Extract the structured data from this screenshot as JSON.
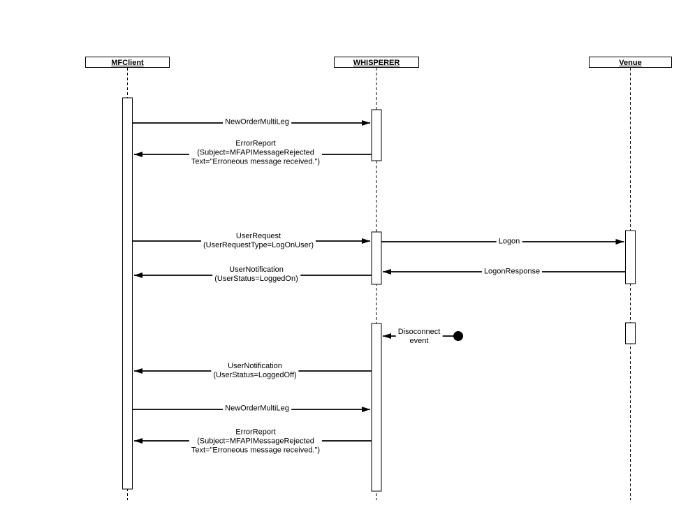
{
  "diagram": {
    "type": "sequence-diagram",
    "colors": {
      "line": "#000000",
      "background": "#ffffff"
    },
    "actors": [
      {
        "name": "MFClient"
      },
      {
        "name": "WHISPERER"
      },
      {
        "name": "Venue"
      }
    ],
    "messages": [
      {
        "from": "MFClient",
        "to": "WHISPERER",
        "label": "NewOrderMultiLeg"
      },
      {
        "from": "WHISPERER",
        "to": "MFClient",
        "label": "ErrorReport\n(Subject=MFAPIMessageRejected\nText=\"Erroneous message received.\")"
      },
      {
        "from": "MFClient",
        "to": "WHISPERER",
        "label": "UserRequest\n(UserRequestType=LogOnUser)"
      },
      {
        "from": "WHISPERER",
        "to": "Venue",
        "label": "Logon"
      },
      {
        "from": "Venue",
        "to": "WHISPERER",
        "label": "LogonResponse"
      },
      {
        "from": "WHISPERER",
        "to": "MFClient",
        "label": "UserNotification\n(UserStatus=LoggedOn)"
      },
      {
        "from": "event-source",
        "to": "WHISPERER",
        "label": "Disoconnect\nevent"
      },
      {
        "from": "WHISPERER",
        "to": "MFClient",
        "label": "UserNotification\n(UserStatus=LoggedOff)"
      },
      {
        "from": "MFClient",
        "to": "WHISPERER",
        "label": "NewOrderMultiLeg"
      },
      {
        "from": "WHISPERER",
        "to": "MFClient",
        "label": "ErrorReport\n(Subject=MFAPIMessageRejected\nText=\"Erroneous message received.\")"
      }
    ]
  }
}
